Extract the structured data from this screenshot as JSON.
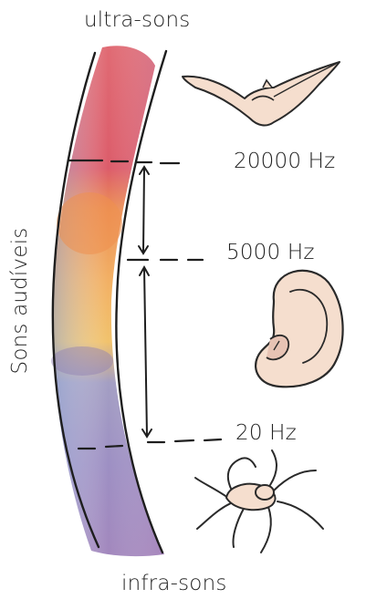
{
  "labels": {
    "ultrasound": "ultra-sons",
    "infrasound": "infra-sons",
    "audible": "Sons audíveis",
    "freq_high": "20000 Hz",
    "freq_mid": "5000 Hz",
    "freq_low": "20 Hz"
  },
  "icons": {
    "top": "bat-icon",
    "middle": "ear-icon",
    "bottom": "spider-icon"
  },
  "colors": {
    "ultra": "#dd5f6b",
    "orange": "#ee9a55",
    "yellow": "#f2c46b",
    "violet": "#9a8ec6",
    "infra": "#a184bd",
    "outline": "#1e1e1e",
    "skin": "#f5dece"
  }
}
